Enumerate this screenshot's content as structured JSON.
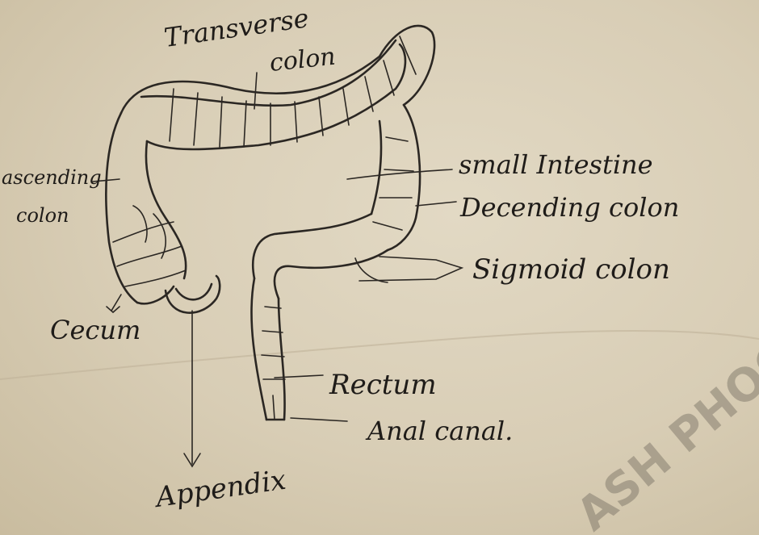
{
  "labels": {
    "transverse": "Transverse",
    "transverse_colon": "colon",
    "ascending": "ascending",
    "ascending_colon": "colon",
    "small_intestine": "small Intestine",
    "descending_colon": "Decending colon",
    "sigmoid_colon": "Sigmoid colon",
    "cecum": "Cecum",
    "rectum": "Rectum",
    "anal_canal": "Anal canal.",
    "appendix": "Appendix"
  },
  "watermark": "ASH PHOG",
  "colors": {
    "paper": "#d9cfb9",
    "ink": "#2b2723"
  }
}
